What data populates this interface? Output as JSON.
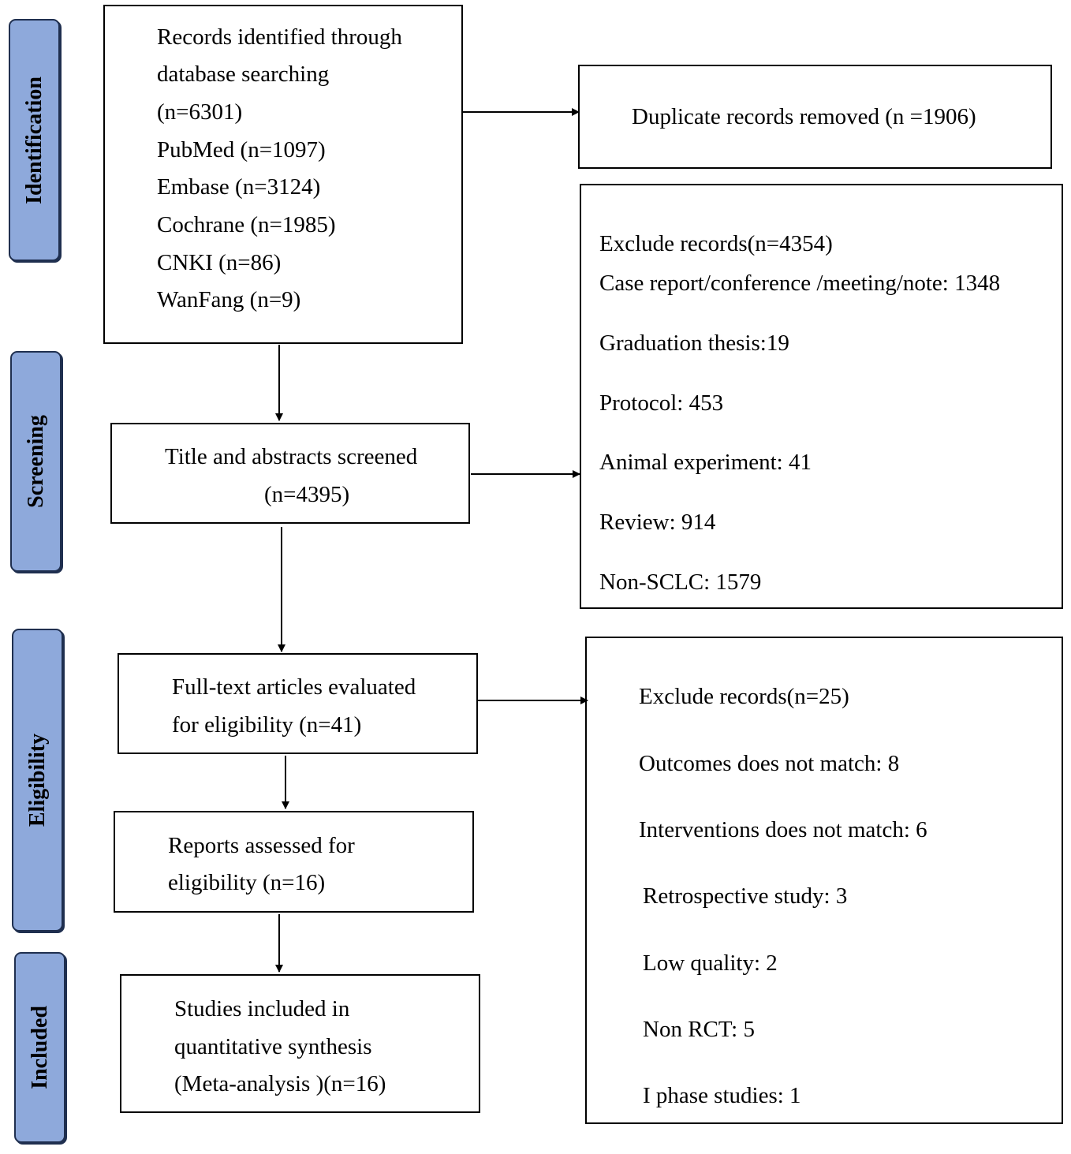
{
  "phases": {
    "identification": "Identification",
    "screening": "Screening",
    "eligibility": "Eligibility",
    "included": "Included"
  },
  "identification_box": {
    "lines": [
      "Records identified through",
      "database searching",
      "(n=6301)",
      "PubMed (n=1097)",
      "Embase (n=3124)",
      "Cochrane (n=1985)",
      "CNKI (n=86)",
      "WanFang (n=9)"
    ]
  },
  "duplicates_box": {
    "text": "Duplicate records removed (n =1906)"
  },
  "screening_box": {
    "lines": [
      "Title and abstracts screened",
      "(n=4395)"
    ]
  },
  "screening_exclusions": {
    "lines": [
      "Exclude records(n=4354)",
      "Case report/conference /meeting/note: 1348",
      "Graduation thesis:19",
      "Protocol: 453",
      "Animal experiment: 41",
      "Review: 914",
      "Non-SCLC: 1579"
    ]
  },
  "fulltext_box": {
    "lines": [
      "Full-text articles evaluated",
      "for eligibility (n=41)"
    ]
  },
  "reports_box": {
    "lines": [
      "Reports assessed for",
      "eligibility (n=16)"
    ]
  },
  "included_box": {
    "lines": [
      "Studies included in",
      "quantitative synthesis",
      "(Meta-analysis )(n=16)"
    ]
  },
  "eligibility_exclusions": {
    "lines": [
      "Exclude records(n=25)",
      "Outcomes does not match: 8",
      "Interventions does not match: 6",
      "Retrospective study: 3",
      "Low quality: 2",
      "Non RCT: 5",
      "I phase studies: 1"
    ]
  }
}
